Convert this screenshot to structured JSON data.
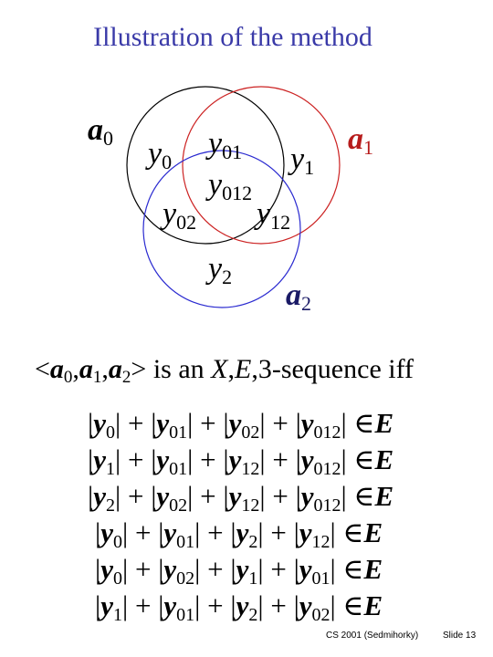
{
  "slide": {
    "title": "Illustration of the method"
  },
  "colors": {
    "title": "#3a3aa8",
    "circle_a0": "#000000",
    "circle_a1": "#cc2222",
    "circle_a2": "#2a2ad0",
    "label_a1": "#b71c1c",
    "label_a2": "#1a1a66"
  },
  "venn": {
    "sets": [
      {
        "label": "a",
        "sub": "0"
      },
      {
        "label": "a",
        "sub": "1"
      },
      {
        "label": "a",
        "sub": "2"
      }
    ],
    "regions": [
      {
        "label": "y",
        "sub": "0"
      },
      {
        "label": "y",
        "sub": "01"
      },
      {
        "label": "y",
        "sub": "1"
      },
      {
        "label": "y",
        "sub": "012"
      },
      {
        "label": "y",
        "sub": "02"
      },
      {
        "label": "y",
        "sub": "12"
      },
      {
        "label": "y",
        "sub": "2"
      }
    ]
  },
  "statement": {
    "open": "<",
    "a": "a",
    "s0": "0",
    "s1": "1",
    "s2": "2",
    "comma": ",",
    "close": ">",
    "text_before_X": " is an ",
    "X": "X",
    "E": "E",
    "text_after": ",3-sequence iff"
  },
  "equations": [
    {
      "terms": [
        "0",
        "01",
        "02",
        "012"
      ]
    },
    {
      "terms": [
        "1",
        "01",
        "12",
        "012"
      ]
    },
    {
      "terms": [
        "2",
        "02",
        "12",
        "012"
      ]
    },
    {
      "terms": [
        "0",
        "01",
        "2",
        "12"
      ]
    },
    {
      "terms": [
        "0",
        "02",
        "1",
        "01"
      ]
    },
    {
      "terms": [
        "1",
        "01",
        "2",
        "02"
      ]
    }
  ],
  "eq_symbols": {
    "var": "y",
    "plus": "+",
    "bar": "|",
    "member": "∈",
    "set": "E"
  },
  "footer": {
    "left": "CS 2001 (Sedmihorky)",
    "right": "Slide 13"
  }
}
